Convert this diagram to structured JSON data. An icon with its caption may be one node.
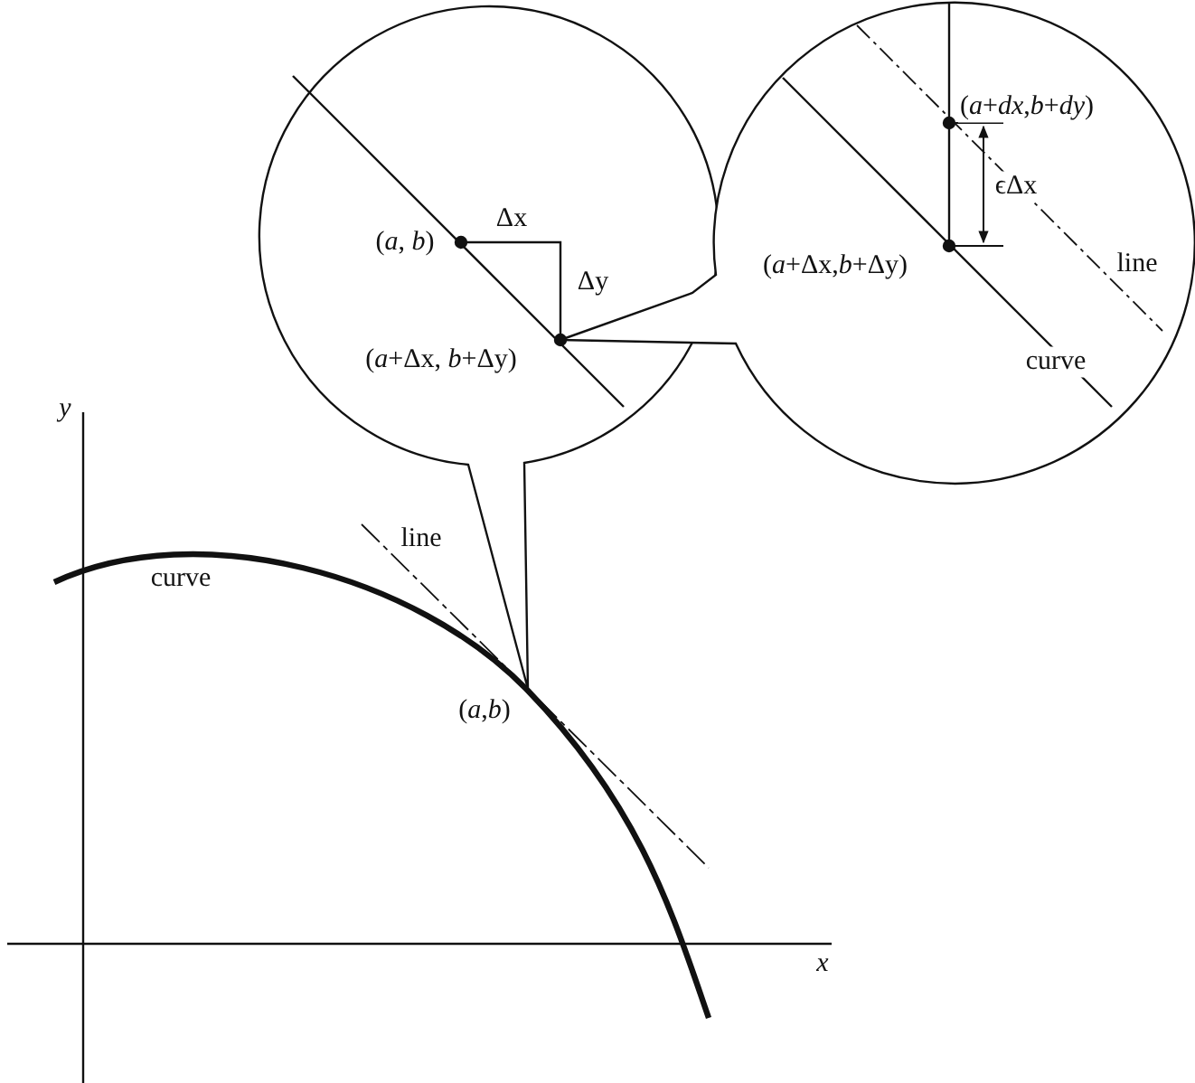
{
  "diagram": {
    "labels": [
      "(*a*+*dx*,*b*+*dy*)",
      "(*a*, *b*)",
      "Δx",
      "ϵΔx",
      "Δy",
      "(*a*+Δx,*b*+Δy)",
      "line",
      "(*a*+Δx, *b*+Δy)",
      "curve",
      "y",
      "line",
      "curve",
      "(*a*,*b*)",
      "x"
    ]
  }
}
